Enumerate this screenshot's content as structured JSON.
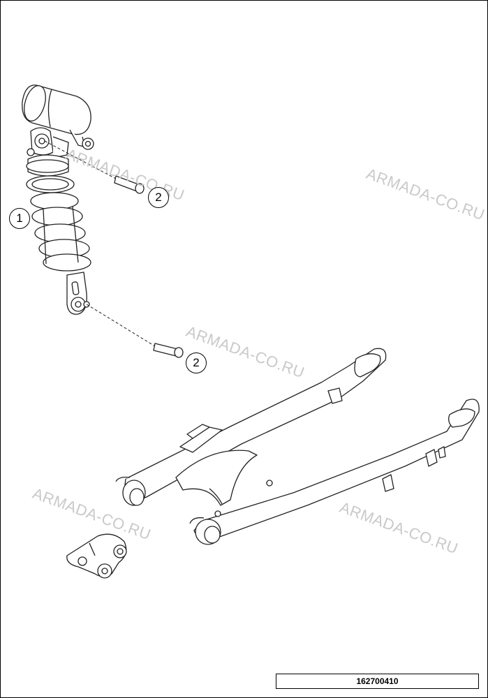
{
  "diagram": {
    "callouts": [
      {
        "id": "callout-1",
        "number": "1"
      },
      {
        "id": "callout-2-upper",
        "number": "2"
      },
      {
        "id": "callout-2-lower",
        "number": "2"
      }
    ],
    "watermarks": [
      "ARMADA-CO.RU",
      "ARMADA-CO.RU",
      "ARMADA-CO.RU",
      "ARMADA-CO.RU",
      "ARMADA-CO.RU"
    ],
    "figure_id": "162700410"
  }
}
